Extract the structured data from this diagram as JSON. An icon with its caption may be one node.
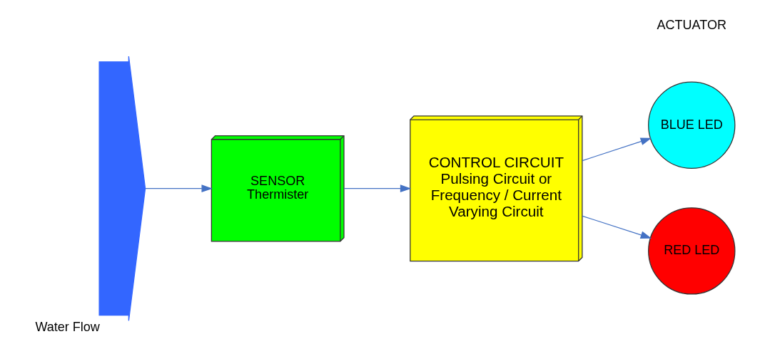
{
  "diagram": {
    "nodes": [
      {
        "text": [],
        "shape": "arrow",
        "beside": [
          "Water Flow"
        ]
      },
      {
        "text": [
          "SENSOR",
          "Thermister"
        ]
      },
      {
        "text": [
          "CONTROL CIRCUIT",
          "Pulsing Circuit or Frequency / Current Varying Circuit"
        ]
      },
      {
        "text": [
          "BLUE LED"
        ]
      },
      {
        "text": [
          "RED LED"
        ]
      }
    ],
    "edges": [
      {
        "from": 0,
        "to": 1,
        "arrow": "to"
      },
      {
        "from": 1,
        "to": 2,
        "arrow": "to"
      },
      {
        "from": 2,
        "to": 3,
        "arrow": "to"
      },
      {
        "from": 2,
        "to": 4,
        "arrow": "to"
      }
    ],
    "labels": [
      "ACTUATOR"
    ]
  }
}
